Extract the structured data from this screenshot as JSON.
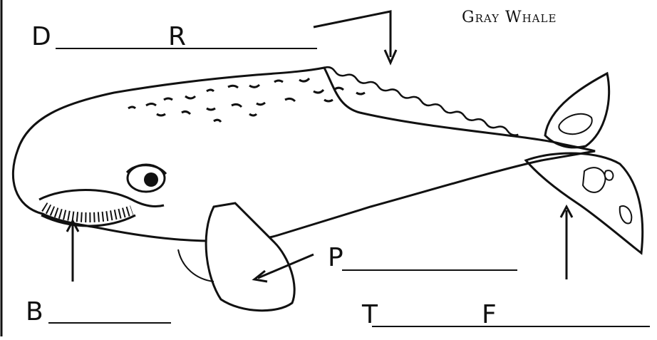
{
  "title": "Gray Whale",
  "labels": {
    "d": "D",
    "r": "R",
    "p": "P",
    "b": "B",
    "t": "T",
    "f": "F"
  },
  "colors": {
    "ink": "#111111",
    "paper": "#ffffff"
  }
}
